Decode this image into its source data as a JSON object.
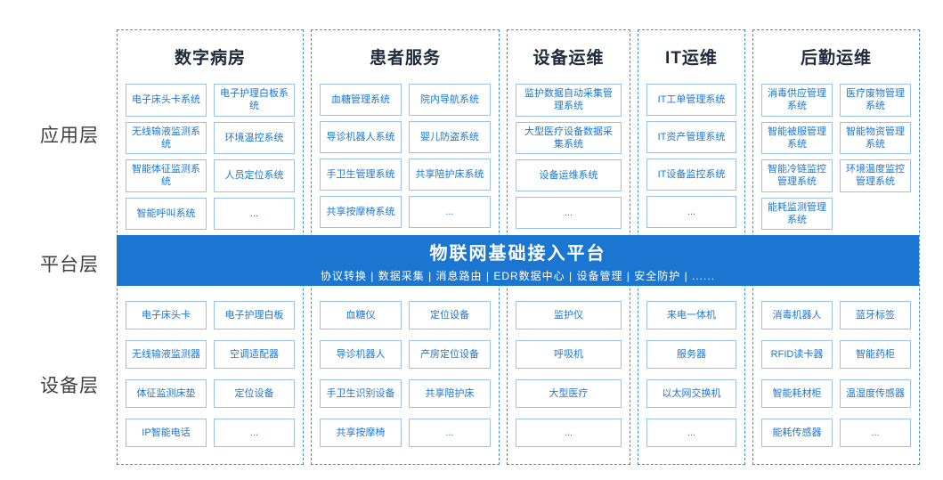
{
  "colors": {
    "accent": "#1b76d2",
    "item_border": "#9cc2ea",
    "column_border": "#3f8fd8",
    "title_color": "#1d2b3a",
    "label_color": "#404040"
  },
  "layers": {
    "application": "应用层",
    "platform": "平台层",
    "device": "设备层"
  },
  "banner": {
    "title": "物联网基础接入平台",
    "subtitle": "协议转换 | 数据采集 | 消息路由 | EDR数据中心 | 设备管理 | 安全防护 | ......"
  },
  "columns": [
    {
      "title": "数字病房",
      "cols": 2,
      "app_items": [
        "电子床头卡系统",
        "电子护理白板系统",
        "无线输液监测系统",
        "环境温控系统",
        "智能体征监测系统",
        "人员定位系统",
        "智能呼叫系统",
        "..."
      ],
      "device_items": [
        "电子床头卡",
        "电子护理白板",
        "无线输液监测器",
        "空调适配器",
        "体征监测床垫",
        "定位设备",
        "IP智能电话",
        "..."
      ]
    },
    {
      "title": "患者服务",
      "cols": 2,
      "app_items": [
        "血糖管理系统",
        "院内导航系统",
        "导诊机器人系统",
        "婴儿防盗系统",
        "手卫生管理系统",
        "共享陪护床系统",
        "共享按摩椅系统",
        "..."
      ],
      "device_items": [
        "血糖仪",
        "定位设备",
        "导诊机器人",
        "产房定位设备",
        "手卫生识别设备",
        "共享陪护床",
        "共享按摩椅",
        "..."
      ]
    },
    {
      "title": "设备运维",
      "cols": 1,
      "app_items": [
        "监护数据自动采集管理系统",
        "大型医疗设备数据采集系统",
        "设备运维系统",
        "..."
      ],
      "device_items": [
        "监护仪",
        "呼吸机",
        "大型医疗",
        "..."
      ]
    },
    {
      "title": "IT运维",
      "cols": 1,
      "app_items": [
        "IT工单管理系统",
        "IT资产管理系统",
        "IT设备监控系统",
        "..."
      ],
      "device_items": [
        "来电一体机",
        "服务器",
        "以太网交换机",
        "..."
      ]
    },
    {
      "title": "后勤运维",
      "cols": 2,
      "app_items": [
        "消毒供应管理系统",
        "医疗废物管理系统",
        "智能被服管理系统",
        "智能物资管理系统",
        "智能冷链监控管理系统",
        "环境温度监控管理系统",
        "能耗监测管理系统"
      ],
      "device_items": [
        "消毒机器人",
        "蓝牙标签",
        "RFID读卡器",
        "智能药柜",
        "智能耗材柜",
        "温湿度传感器",
        "能耗传感器",
        "..."
      ]
    }
  ]
}
